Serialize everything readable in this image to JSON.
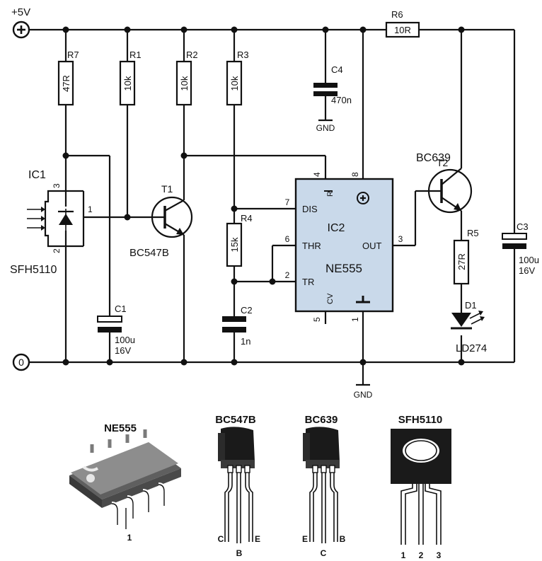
{
  "rails": {
    "vcc": "+5V",
    "zero": "0",
    "gnd_c4": "GND",
    "gnd_ic2": "GND"
  },
  "resistors": {
    "r7": {
      "name": "R7",
      "value": "47R"
    },
    "r1": {
      "name": "R1",
      "value": "10k"
    },
    "r2": {
      "name": "R2",
      "value": "10k"
    },
    "r3": {
      "name": "R3",
      "value": "10k"
    },
    "r4": {
      "name": "R4",
      "value": "15k"
    },
    "r5": {
      "name": "R5",
      "value": "27R"
    },
    "r6": {
      "name": "R6",
      "value": "10R"
    }
  },
  "capacitors": {
    "c1": {
      "name": "C1",
      "value": "100u",
      "voltage": "16V"
    },
    "c2": {
      "name": "C2",
      "value": "1n"
    },
    "c3": {
      "name": "C3",
      "value": "100u",
      "voltage": "16V"
    },
    "c4": {
      "name": "C4",
      "value": "470n"
    }
  },
  "ic1": {
    "name": "IC1",
    "part": "SFH5110",
    "pins": [
      "1",
      "2",
      "3"
    ]
  },
  "t1": {
    "name": "T1",
    "part": "BC547B"
  },
  "t2": {
    "name": "T2",
    "part": "BC639"
  },
  "ic2": {
    "name": "IC2",
    "part": "NE555",
    "pins": {
      "p1": "1",
      "p2": "2",
      "p3": "3",
      "p4": "4",
      "p5": "5",
      "p6": "6",
      "p7": "7",
      "p8": "8"
    },
    "labels": {
      "dis": "DIS",
      "thr": "THR",
      "tr": "TR",
      "out": "OUT",
      "cv": "CV",
      "reset": "R"
    }
  },
  "d1": {
    "name": "D1",
    "part": "LD274"
  },
  "packages": {
    "ne555": {
      "title": "NE555",
      "pin1": "1"
    },
    "bc547b": {
      "title": "BC547B",
      "pins": [
        "C",
        "B",
        "E"
      ]
    },
    "bc639": {
      "title": "BC639",
      "pins": [
        "E",
        "C",
        "B"
      ]
    },
    "sfh5110": {
      "title": "SFH5110",
      "pins": [
        "1",
        "2",
        "3"
      ]
    }
  }
}
